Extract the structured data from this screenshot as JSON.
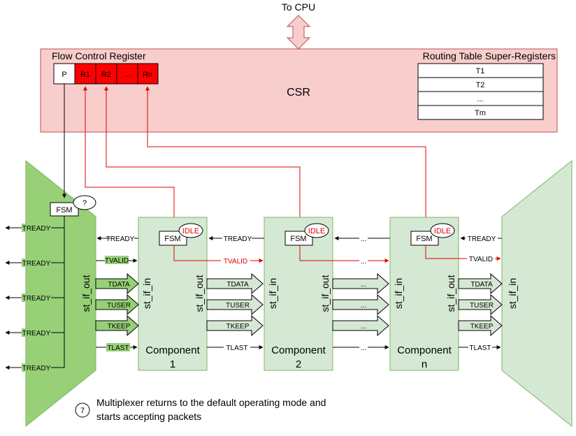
{
  "cpu_label": "To CPU",
  "csr": {
    "label": "CSR",
    "flow_control_label": "Flow Control Register",
    "flow_control_cells": [
      "P",
      "R1",
      "R2",
      "...",
      "Rn"
    ],
    "routing_label": "Routing Table Super-Registers",
    "routing_rows": [
      "T1",
      "T2",
      "...",
      "Tm"
    ]
  },
  "mux": {
    "fsm_label": "FSM",
    "fsm_state": "?",
    "interface_label": "st_if_out",
    "tready_labels": [
      "TREADY",
      "TREADY",
      "TREADY",
      "TREADY",
      "TREADY"
    ]
  },
  "components": [
    {
      "title": "Component",
      "index": "1",
      "fsm_label": "FSM",
      "state": "IDLE",
      "in_label": "st_if_in",
      "out_label": "st_if_out"
    },
    {
      "title": "Component",
      "index": "2",
      "fsm_label": "FSM",
      "state": "IDLE",
      "in_label": "st_if_in",
      "out_label": "st_if_out"
    },
    {
      "title": "Component",
      "index": "n",
      "fsm_label": "FSM",
      "state": "IDLE",
      "in_label": "st_if_in",
      "out_label": "st_if_out"
    }
  ],
  "demux": {
    "interface_label": "st_if_in"
  },
  "signals": {
    "tready": "TREADY",
    "tvalid": "TVALID",
    "tdata": "TDATA",
    "tuser": "TUSER",
    "tkeep": "TKEEP",
    "tlast": "TLAST",
    "ellipsis": "..."
  },
  "step": {
    "number": "7",
    "text": "Multiplexer returns to the default operating mode and starts accepting packets"
  },
  "colors": {
    "csr_fill": "#f8cecc",
    "csr_stroke": "#b85450",
    "register_red": "#ff0000",
    "wire_red": "#e00000",
    "mux_fill": "#97d077",
    "mux_stroke": "#82b366",
    "component_fill": "#d5e8d4",
    "component_stroke": "#82b366",
    "arrow_dark_fill": "#97d077",
    "arrow_light_fill": "#d5e8d4"
  }
}
